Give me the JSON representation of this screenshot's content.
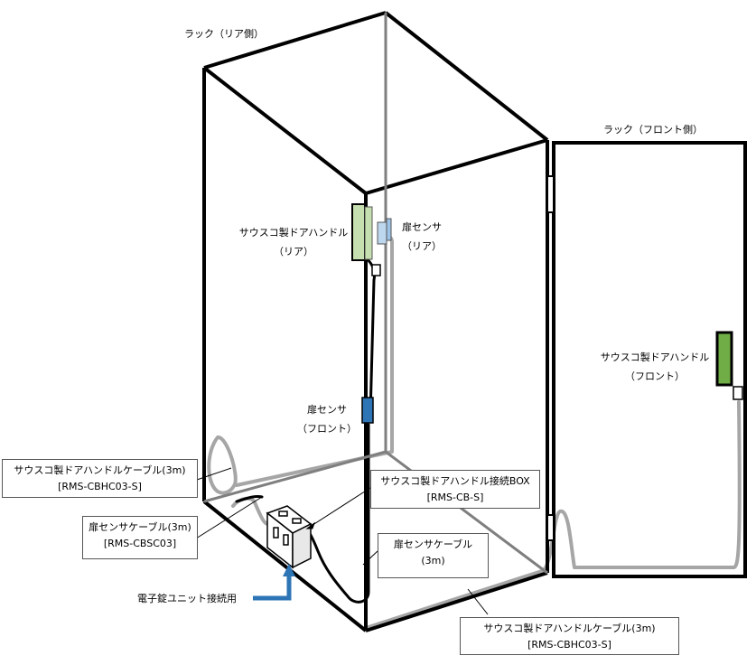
{
  "labels": {
    "rack_rear": "ラック（リア側）",
    "rack_front": "ラック（フロント側）",
    "handle_rear_l1": "サウスコ製ドアハンドル",
    "handle_rear_l2": "（リア）",
    "sensor_rear_l1": "扉センサ",
    "sensor_rear_l2": "（リア）",
    "sensor_front_l1": "扉センサ",
    "sensor_front_l2": "（フロント）",
    "handle_front_l1": "サウスコ製ドアハンドル",
    "handle_front_l2": "（フロント）",
    "unit_connection": "電子錠ユニット接続用"
  },
  "callouts": {
    "cable_handle_rear": {
      "line1": "サウスコ製ドアハンドルケーブル(3m)",
      "line2": "[RMS-CBHC03-S]"
    },
    "cable_sensor": {
      "line1": "扉センサケーブル(3m)",
      "line2": "[RMS-CBSC03]"
    },
    "connection_box": {
      "line1": "サウスコ製ドアハンドル接続BOX",
      "line2": "[RMS-CB-S]"
    },
    "cable_sensor_short": {
      "line1": "扉センサケーブル",
      "line2": "(3m)"
    },
    "cable_handle_front": {
      "line1": "サウスコ製ドアハンドルケーブル(3m)",
      "line2": "[RMS-CBHC03-S]"
    }
  },
  "colors": {
    "frame": "#000000",
    "handle_rear": "#c6dfb0",
    "handle_front": "#70ad47",
    "sensor_rear": "#bdd7ee",
    "sensor_front": "#2e75b6",
    "cable": "#a6a6a6",
    "arrow": "#2e75b6"
  }
}
